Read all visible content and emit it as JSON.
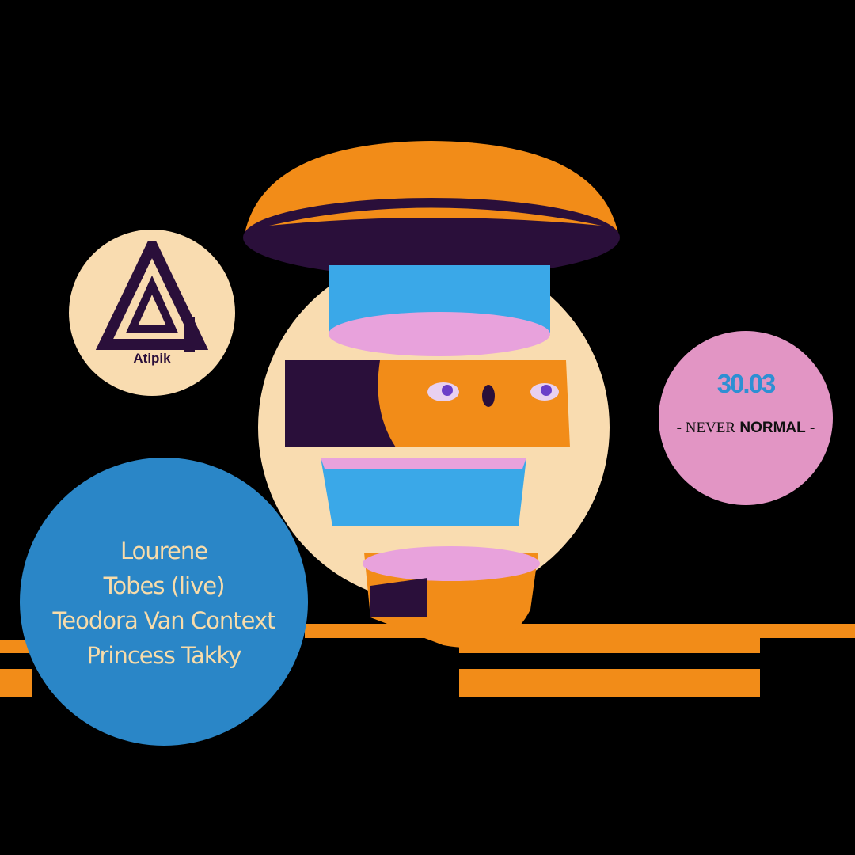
{
  "logo": {
    "brand": "Atipik"
  },
  "event": {
    "date": "30.03",
    "tagline_prefix": "- NEVER",
    "tagline_bold": "NORMAL",
    "tagline_suffix": "-"
  },
  "lineup": [
    "Lourene",
    "Tobes (live)",
    "Teodora Van Context",
    "Princess Takky"
  ],
  "colors": {
    "background": "#000000",
    "orange": "#f28c18",
    "cream": "#f9dcb0",
    "pink": "#e295c4",
    "blue": "#2a86c7",
    "purple": "#2a0f3a"
  }
}
